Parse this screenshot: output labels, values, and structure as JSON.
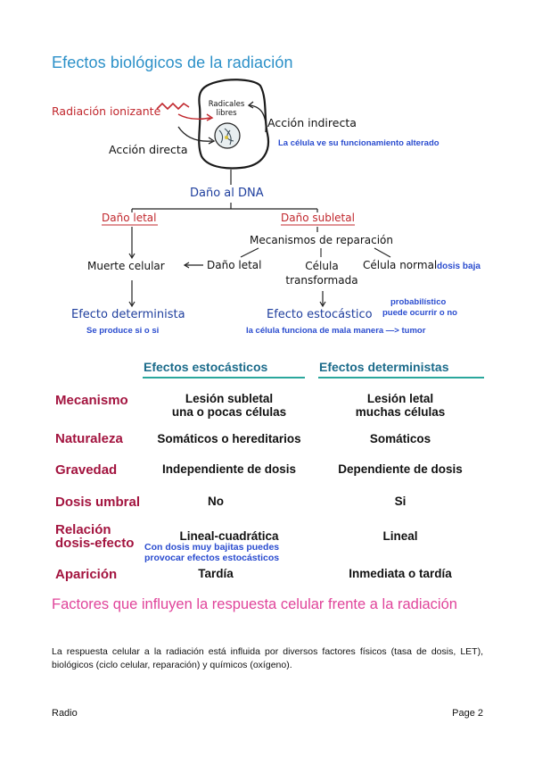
{
  "page_title": "Efectos biológicos de la radiación",
  "diagram": {
    "radiacion_ionizante": "Radiación ionizante",
    "radicales_libres_1": "Radicales",
    "radicales_libres_2": "libres",
    "accion_indirecta": "Acción indirecta",
    "accion_directa": "Acción directa",
    "celula_alterada": "La célula ve su funcionamiento alterado",
    "dano_dna": "Daño al DNA",
    "dano_letal": "Daño letal",
    "dano_subletal": "Daño subletal",
    "mecanismos_reparacion": "Mecanismos de reparación",
    "muerte_celular": "Muerte celular",
    "dano_letal_2": "Daño letal",
    "celula_transformada_1": "Célula",
    "celula_transformada_2": "transformada",
    "celula_normal": "Célula normal",
    "dosis_baja": "dosis baja",
    "efecto_determinista": "Efecto determinista",
    "se_produce": "Se produce si o si",
    "efecto_estocastico": "Efecto estocástico",
    "probabilistico": "probabilístico",
    "puede_ocurrir": "puede ocurrir o no",
    "funciona_mal": "la célula funciona de mala manera —> tumor"
  },
  "table": {
    "col_estocasticos": "Efectos estocásticos",
    "col_deterministas": "Efectos deterministas",
    "rows": [
      {
        "label": "Mecanismo",
        "esto": "Lesión subletal\nuna o pocas células",
        "det": "Lesión letal\nmuchas células"
      },
      {
        "label": "Naturaleza",
        "esto": "Somáticos o hereditarios",
        "det": "Somáticos"
      },
      {
        "label": "Gravedad",
        "esto": "Independiente de dosis",
        "det": "Dependiente de dosis"
      },
      {
        "label": "Dosis umbral",
        "esto": "No",
        "det": "Si"
      },
      {
        "label": "Relación\ndosis-efecto",
        "esto": "Lineal-cuadrática",
        "det": "Lineal"
      },
      {
        "label": "Aparición",
        "esto": "Tardía",
        "det": "Inmediata o tardía"
      }
    ],
    "note_1": "Con dosis muy bajitas puedes",
    "note_2": "provocar efectos estocásticos"
  },
  "section_title": "Factores que influyen la respuesta celular frente a la radiación",
  "paragraph": "La respuesta celular a la radiación está influida por diversos factores físicos (tasa de dosis, LET), biológicos (ciclo celular, reparación) y químicos (oxígeno).",
  "footer": {
    "left": "Radio",
    "right": "Page 2"
  }
}
